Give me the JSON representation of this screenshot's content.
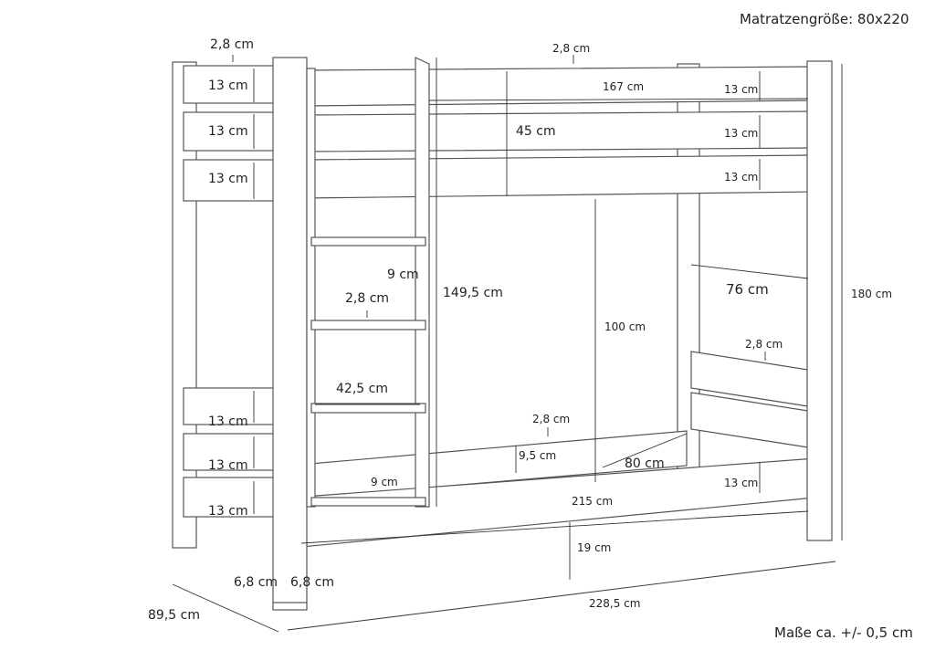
{
  "title": "Matratzengröße: 80x220",
  "tolerance": "Maße ca. +/- 0,5 cm",
  "labels": {
    "post_thickness_top_left": "2,8 cm",
    "post_thickness_top_center": "2,8 cm",
    "end_rail_1": "13 cm",
    "end_rail_2": "13 cm",
    "end_rail_3": "13 cm",
    "guard_length": "167 cm",
    "side_rail_1": "13 cm",
    "guard_height": "45 cm",
    "side_rail_2": "13 cm",
    "side_rail_3": "13 cm",
    "rung_depth": "9 cm",
    "rung_thickness": "2,8 cm",
    "ladder_height": "149,5 cm",
    "total_height": "180 cm",
    "inner_width": "76 cm",
    "clearance": "100 cm",
    "lower_end_thickness": "2,8 cm",
    "ladder_width": "42,5 cm",
    "lower_end_rail_1": "13 cm",
    "lower_end_rail_2": "13 cm",
    "lower_end_rail_3": "13 cm",
    "lower_frame_thickness": "2,8 cm",
    "frame_inset": "9,5 cm",
    "mattress_width": "80 cm",
    "ladder_bottom_depth": "9 cm",
    "lower_side_rail": "13 cm",
    "inner_length": "215 cm",
    "floor_clearance": "19 cm",
    "post_width_1": "6,8 cm",
    "post_width_2": "6,8 cm",
    "total_length": "228,5 cm",
    "total_width": "89,5 cm"
  }
}
